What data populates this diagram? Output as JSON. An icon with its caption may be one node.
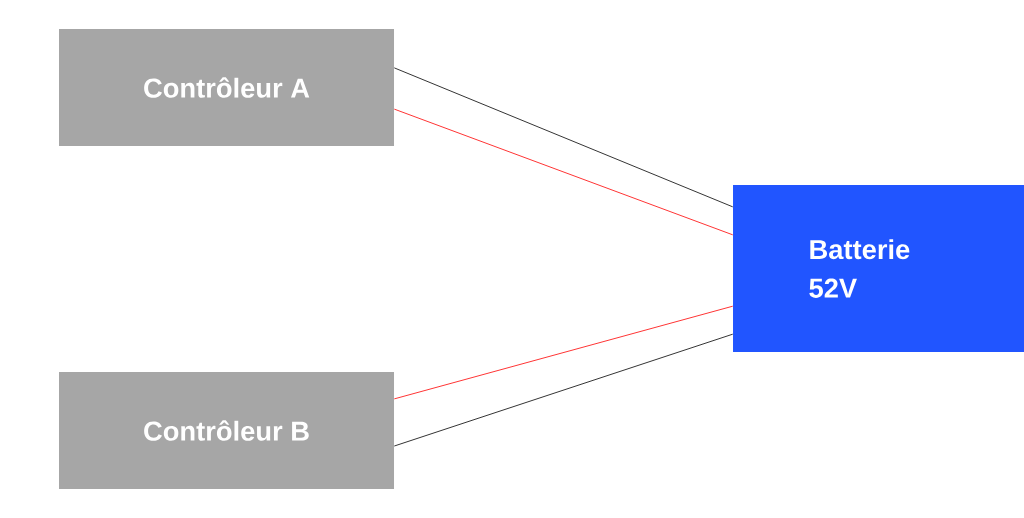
{
  "diagram": {
    "nodes": [
      {
        "text": [
          "Contrôleur A"
        ]
      },
      {
        "text": [
          "Contrôleur B"
        ]
      },
      {
        "text": [
          "Batterie 52V"
        ]
      }
    ],
    "edges": [
      {
        "from": 0,
        "to": 2,
        "arrow": "none",
        "color": "#000000"
      },
      {
        "from": 0,
        "to": 2,
        "arrow": "none",
        "color": "#ff0000"
      },
      {
        "from": 1,
        "to": 2,
        "arrow": "none",
        "color": "#ff0000"
      },
      {
        "from": 1,
        "to": 2,
        "arrow": "none",
        "color": "#000000"
      }
    ]
  }
}
